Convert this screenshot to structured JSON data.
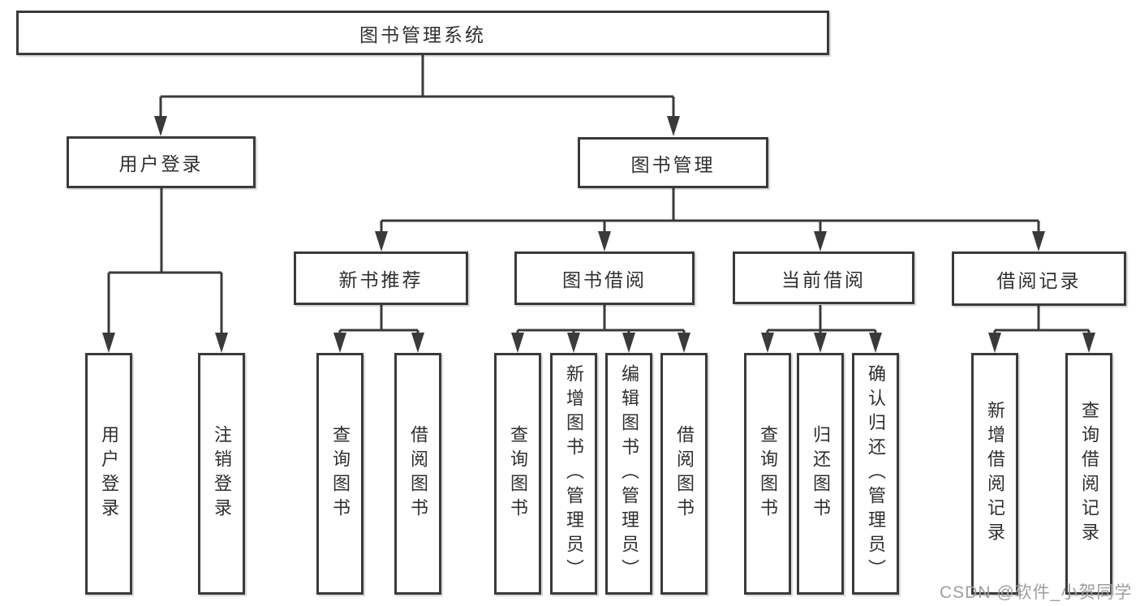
{
  "diagram": {
    "root": {
      "label": "图书管理系统"
    },
    "branches": [
      {
        "label": "用户登录",
        "leaves": [
          {
            "label": "用户登录"
          },
          {
            "label": "注销登录"
          }
        ]
      },
      {
        "label": "图书管理",
        "groups": [
          {
            "label": "新书推荐",
            "leaves": [
              {
                "label": "查询图书"
              },
              {
                "label": "借阅图书"
              }
            ]
          },
          {
            "label": "图书借阅",
            "leaves": [
              {
                "label": "查询图书"
              },
              {
                "label": "新增图书（管理员）"
              },
              {
                "label": "编辑图书（管理员）"
              },
              {
                "label": "借阅图书"
              }
            ]
          },
          {
            "label": "当前借阅",
            "leaves": [
              {
                "label": "查询图书"
              },
              {
                "label": "归还图书"
              },
              {
                "label": "确认归还（管理员）"
              }
            ]
          },
          {
            "label": "借阅记录",
            "leaves": [
              {
                "label": "新增借阅记录"
              },
              {
                "label": "查询借阅记录"
              }
            ]
          }
        ]
      }
    ]
  },
  "watermark": {
    "text": "CSDN @软件_小贺同学"
  },
  "colors": {
    "line": "#3a3a3a",
    "text": "#2f2f2f",
    "watermark": "#9e9e9e",
    "bg": "#ffffff"
  }
}
